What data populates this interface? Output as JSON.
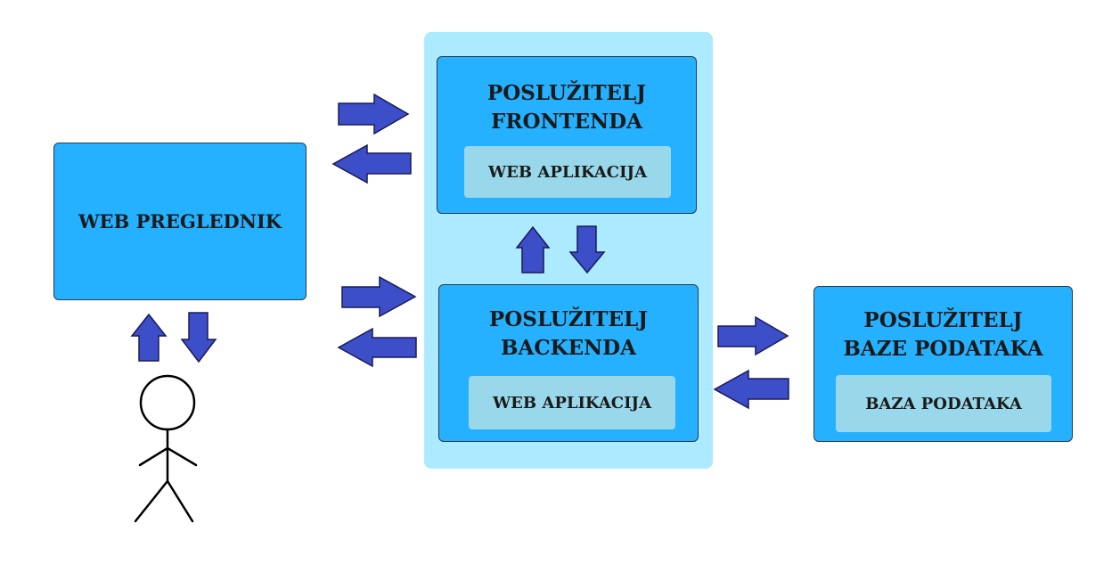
{
  "browser": {
    "label": "WEB PREGLEDNIK"
  },
  "frontend": {
    "title_line1": "POSLUŽITELJ",
    "title_line2": "FRONTENDA",
    "inner_label": "WEB APLIKACIJA"
  },
  "backend": {
    "title_line1": "POSLUŽITELJ",
    "title_line2": "BACKENDA",
    "inner_label": "WEB APLIKACIJA"
  },
  "database": {
    "title_line1": "POSLUŽITELJ",
    "title_line2": "BAZE PODATAKA",
    "inner_label": "BAZA PODATAKA"
  },
  "colors": {
    "box": "#25b1ff",
    "inner": "#99d8ea",
    "group": "#abeaff",
    "arrow": "#3c4ec8"
  }
}
